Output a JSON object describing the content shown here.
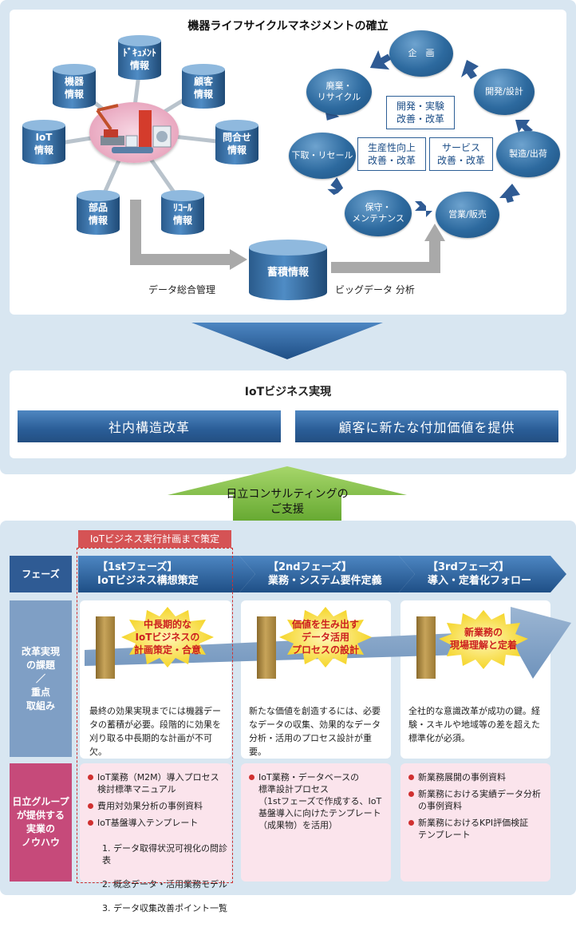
{
  "top": {
    "title": "機器ライフサイクルマネジメントの確立",
    "info_items": [
      "機器\n情報",
      "ﾄﾞｷｭﾒﾝﾄ\n情報",
      "顧客\n情報",
      "IoT\n情報",
      "問合せ\n情報",
      "部品\n情報",
      "ﾘｺｰﾙ\n情報"
    ],
    "storage": "蓄積情報",
    "data_mgmt": "データ総合管理",
    "bigdata": "ビッグデータ 分析",
    "cycle_nodes": [
      "企　画",
      "開発/設計",
      "製造/出荷",
      "営業/販売",
      "保守・\nメンテナンス",
      "下取・リセール",
      "廃棄・\nリサイクル"
    ],
    "center_boxes": [
      "開発・実験\n改善・改革",
      "生産性向上\n改善・改革",
      "サービス\n改善・改革"
    ]
  },
  "iot": {
    "title": "IoTビジネス実現",
    "left": "社内構造改革",
    "right": "顧客に新たな付加価値を提供"
  },
  "support": "日立コンサルティングの\nご支援",
  "phases": {
    "plan_tag": "IoTビジネス実行計画まで策定",
    "row_labels": [
      "フェーズ",
      "改革実現\nの課題\n／\n重点\n取組み",
      "日立グループ\nが提供する\n実業の\nノウハウ"
    ],
    "items": [
      {
        "head": "【1stフェーズ】\nIoTビジネス構想策定",
        "badge": "中長期的な\nIoTビジネスの\n計画策定・合意",
        "desc": "最終の効果実現までには機器データの蓄積が必要。段階的に効果を刈り取る中長期的な計画が不可欠。",
        "knowhow": [
          "IoT業務（M2M）導入プロセス\n検討標準マニュアル",
          "費用対効果分析の事例資料",
          "IoT基盤導入テンプレート"
        ],
        "sub": [
          "1. データ取得状況可視化の問診表",
          "2. 概念データ・活用業務モデル",
          "3. データ収集改善ポイント一覧"
        ]
      },
      {
        "head": "【2ndフェーズ】\n業務・システム要件定義",
        "badge": "価値を生み出す\nデータ活用\nプロセスの設計",
        "desc": "新たな価値を創造するには、必要なデータの収集、効果的なデータ分析・活用のプロセス設計が重要。",
        "knowhow": [
          "IoT業務・データベースの\n標準設計プロセス\n（1stフェーズで作成する、IoT\n基盤導入に向けたテンプレート\n（成果物）を活用）"
        ]
      },
      {
        "head": "【3rdフェーズ】\n導入・定着化フォロー",
        "badge": "新業務の\n現場理解と定着",
        "desc": "全社的な意識改革が成功の鍵。経験・スキルや地域等の差を超えた標準化が必須。",
        "knowhow": [
          "新業務展開の事例資料",
          "新業務における実績データ分析\nの事例資料",
          "新業務におけるKPI評価検証\nテンプレート"
        ]
      }
    ]
  },
  "colors": {
    "accent": "#2a5d97",
    "panel": "#d8e6f1",
    "green": "#7ab83c",
    "red": "#cc1f1f",
    "pink": "#fbe4ec"
  }
}
